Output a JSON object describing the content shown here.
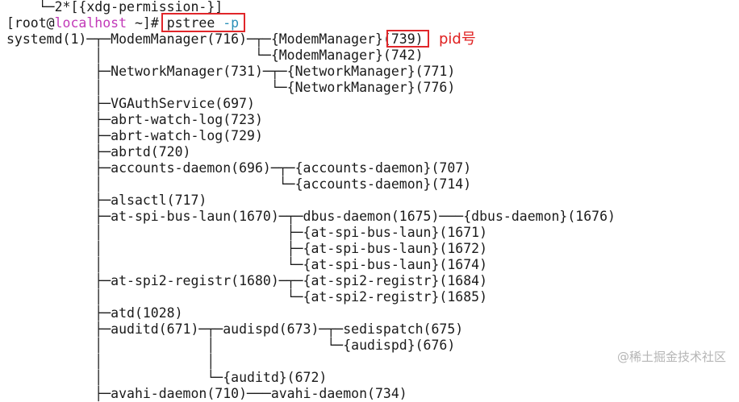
{
  "terminal": {
    "prev_line": "    └─2*[{xdg-permission-}]",
    "prompt": {
      "open": "[root@",
      "host": "localhost",
      "path": " ~]# ",
      "cmd": "pstree ",
      "flag": "-p"
    },
    "tree_lines": [
      "systemd(1)─┬─ModemManager(716)─┬─{ModemManager}(739)",
      "           │                   └─{ModemManager}(742)",
      "           ├─NetworkManager(731)─┬─{NetworkManager}(771)",
      "           │                     └─{NetworkManager}(776)",
      "           ├─VGAuthService(697)",
      "           ├─abrt-watch-log(723)",
      "           ├─abrt-watch-log(729)",
      "           ├─abrtd(720)",
      "           ├─accounts-daemon(696)─┬─{accounts-daemon}(707)",
      "           │                      └─{accounts-daemon}(714)",
      "           ├─alsactl(717)",
      "           ├─at-spi-bus-laun(1670)─┬─dbus-daemon(1675)───{dbus-daemon}(1676)",
      "           │                       ├─{at-spi-bus-laun}(1671)",
      "           │                       ├─{at-spi-bus-laun}(1672)",
      "           │                       └─{at-spi-bus-laun}(1674)",
      "           ├─at-spi2-registr(1680)─┬─{at-spi2-registr}(1684)",
      "           │                       └─{at-spi2-registr}(1685)",
      "           ├─atd(1028)",
      "           ├─auditd(671)─┬─audispd(673)─┬─sedispatch(675)",
      "           │             │              └─{audispd}(676)",
      "           │             │",
      "           │             └─{auditd}(672)",
      "           ├─avahi-daemon(710)───avahi-daemon(734)"
    ]
  },
  "annotation": {
    "label": "pid号"
  },
  "watermark": {
    "text": "@稀土掘金技术社区"
  }
}
